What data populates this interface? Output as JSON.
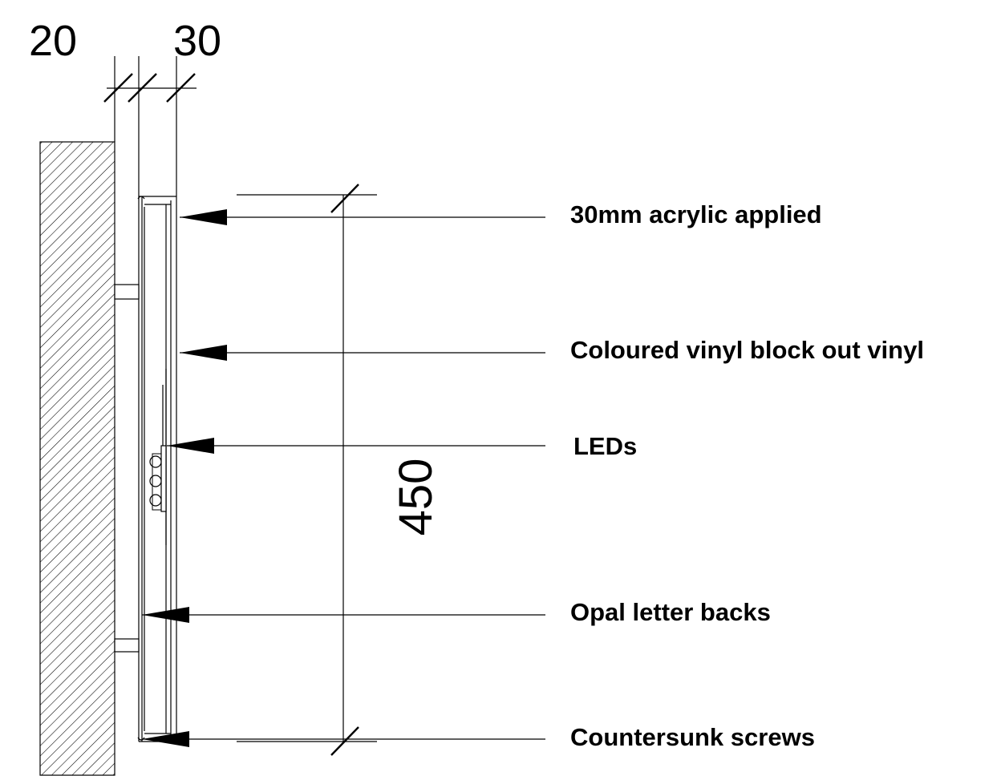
{
  "dimensions": {
    "wall_gap": "20",
    "depth": "30",
    "height": "450"
  },
  "annotations": [
    "30mm acrylic applied",
    "Coloured vinyl block out vinyl",
    "LEDs",
    "Opal letter backs",
    "Countersunk screws"
  ],
  "colors": {
    "line": "#000000",
    "background": "#ffffff"
  }
}
